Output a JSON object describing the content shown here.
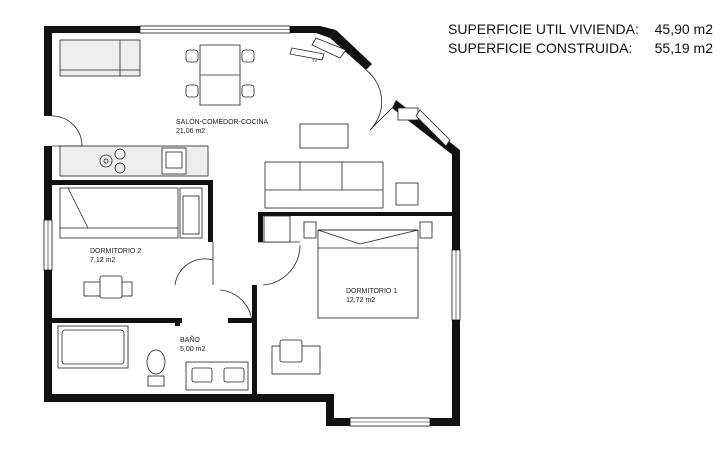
{
  "summary": {
    "util_label": "SUPERFICIE UTIL VIVIENDA:",
    "util_value": "45,90 m2",
    "built_label": "SUPERFICIE CONSTRUIDA:",
    "built_value": "55,19 m2"
  },
  "rooms": [
    {
      "name": "SALÓN-COMEDOR-COCINA",
      "area": "21,06 m2"
    },
    {
      "name": "DORMITORIO 2",
      "area": "7,12 m2"
    },
    {
      "name": "DORMITORIO 1",
      "area": "12,72 m2"
    },
    {
      "name": "BAÑO",
      "area": "5,00 m2"
    }
  ],
  "labels": {
    "tv": "TV"
  }
}
